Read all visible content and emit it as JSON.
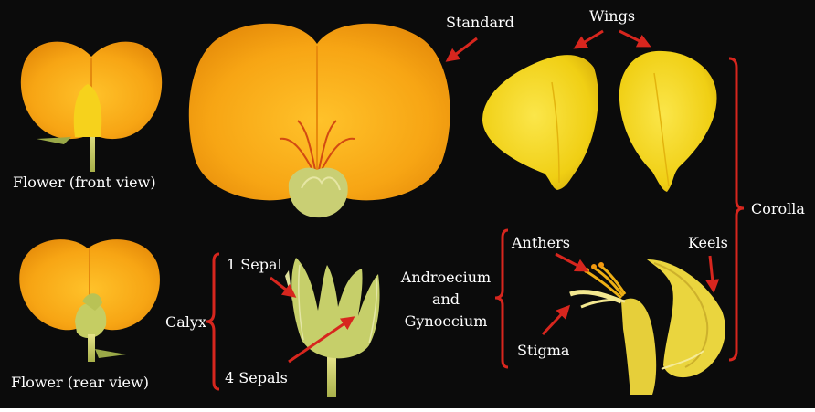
{
  "labels": {
    "flower_front": "Flower (front view)",
    "flower_rear": "Flower (rear view)",
    "standard": "Standard",
    "wings": "Wings",
    "corolla": "Corolla",
    "calyx": "Calyx",
    "one_sepal": "1 Sepal",
    "four_sepals": "4 Sepals",
    "androecium_l1": "Androecium",
    "androecium_l2": "and",
    "androecium_l3": "Gynoecium",
    "anthers": "Anthers",
    "stigma": "Stigma",
    "keels": "Keels"
  },
  "colors": {
    "background": "#0b0b0b",
    "arrow": "#d7261e",
    "petal_orange": "#f7a514",
    "petal_yellow": "#f2d417",
    "sepal_green": "#c8cf72"
  }
}
